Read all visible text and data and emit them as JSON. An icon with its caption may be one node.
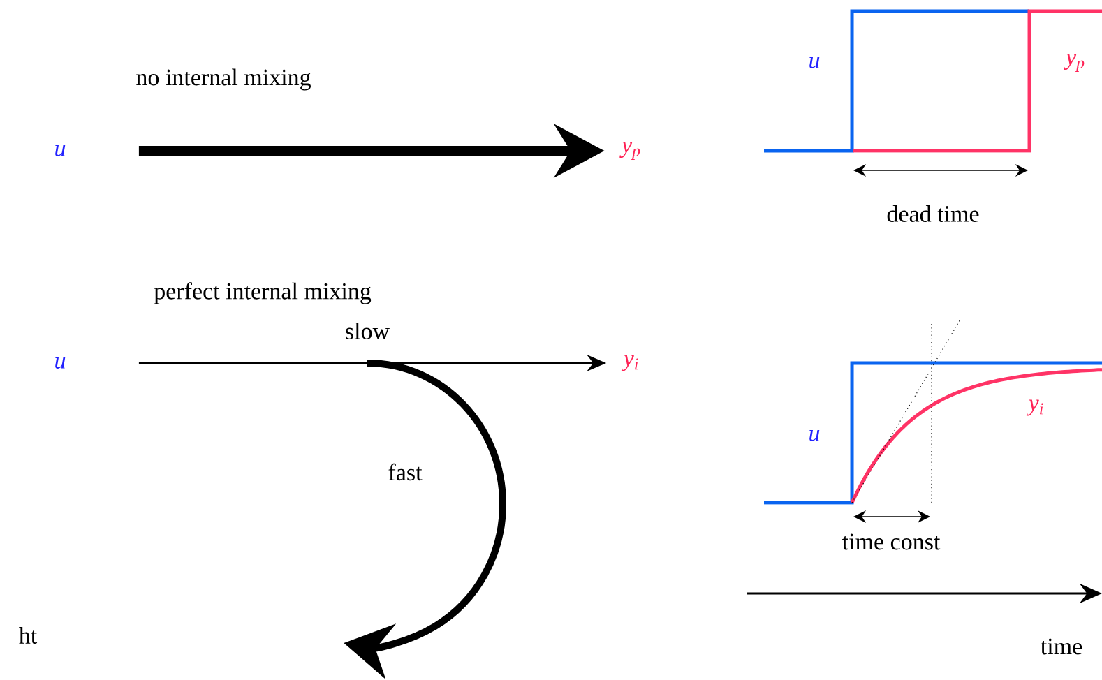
{
  "diagram": {
    "nodes": [
      {
        "text": [
          "u"
        ]
      },
      {
        "text": [
          "y$_{p}$"
        ]
      },
      {
        "text": [
          "u"
        ]
      },
      {
        "text": [
          "y$_{i}$"
        ]
      }
    ],
    "edges": [
      {
        "from": 0,
        "to": 1,
        "arrow": "to",
        "style": "thick"
      },
      {
        "from": 2,
        "to": 3,
        "arrow": "to",
        "label": "slow"
      }
    ],
    "labels": [
      "no internal mixing",
      "u",
      "y$_{p}$",
      "dead time",
      "perfect internal mixing",
      "fast",
      "u",
      "y$_{i}$",
      "time const",
      "ht",
      "time"
    ]
  }
}
